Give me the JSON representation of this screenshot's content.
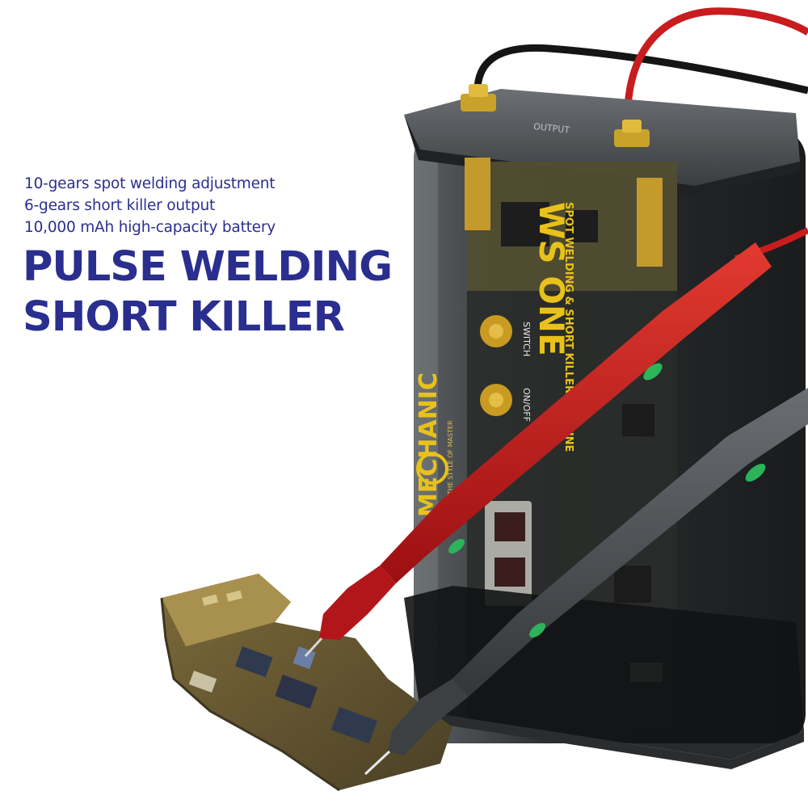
{
  "features": [
    "10-gears spot welding adjustment",
    "6-gears short killer output",
    "10,000 mAh high-capacity battery"
  ],
  "headline": [
    "PULSE WELDING",
    "SHORT KILLER"
  ],
  "device": {
    "brand": "MECHANIC",
    "brand_tagline": "SHOW THE STYLE OF MASTER",
    "model": "WS ONE",
    "model_subtitle": "SPOT WELDING & SHORT KILLER MACHINE",
    "switch_label": "SWITCH",
    "power_label": "ON/OFF",
    "lid_label": "OUTPUT"
  },
  "colors": {
    "headline_blue": "#2a2e8e",
    "device_yellow": "#e8c21a",
    "red_probe": "#c8181c",
    "grey_probe": "#4a4e52"
  }
}
